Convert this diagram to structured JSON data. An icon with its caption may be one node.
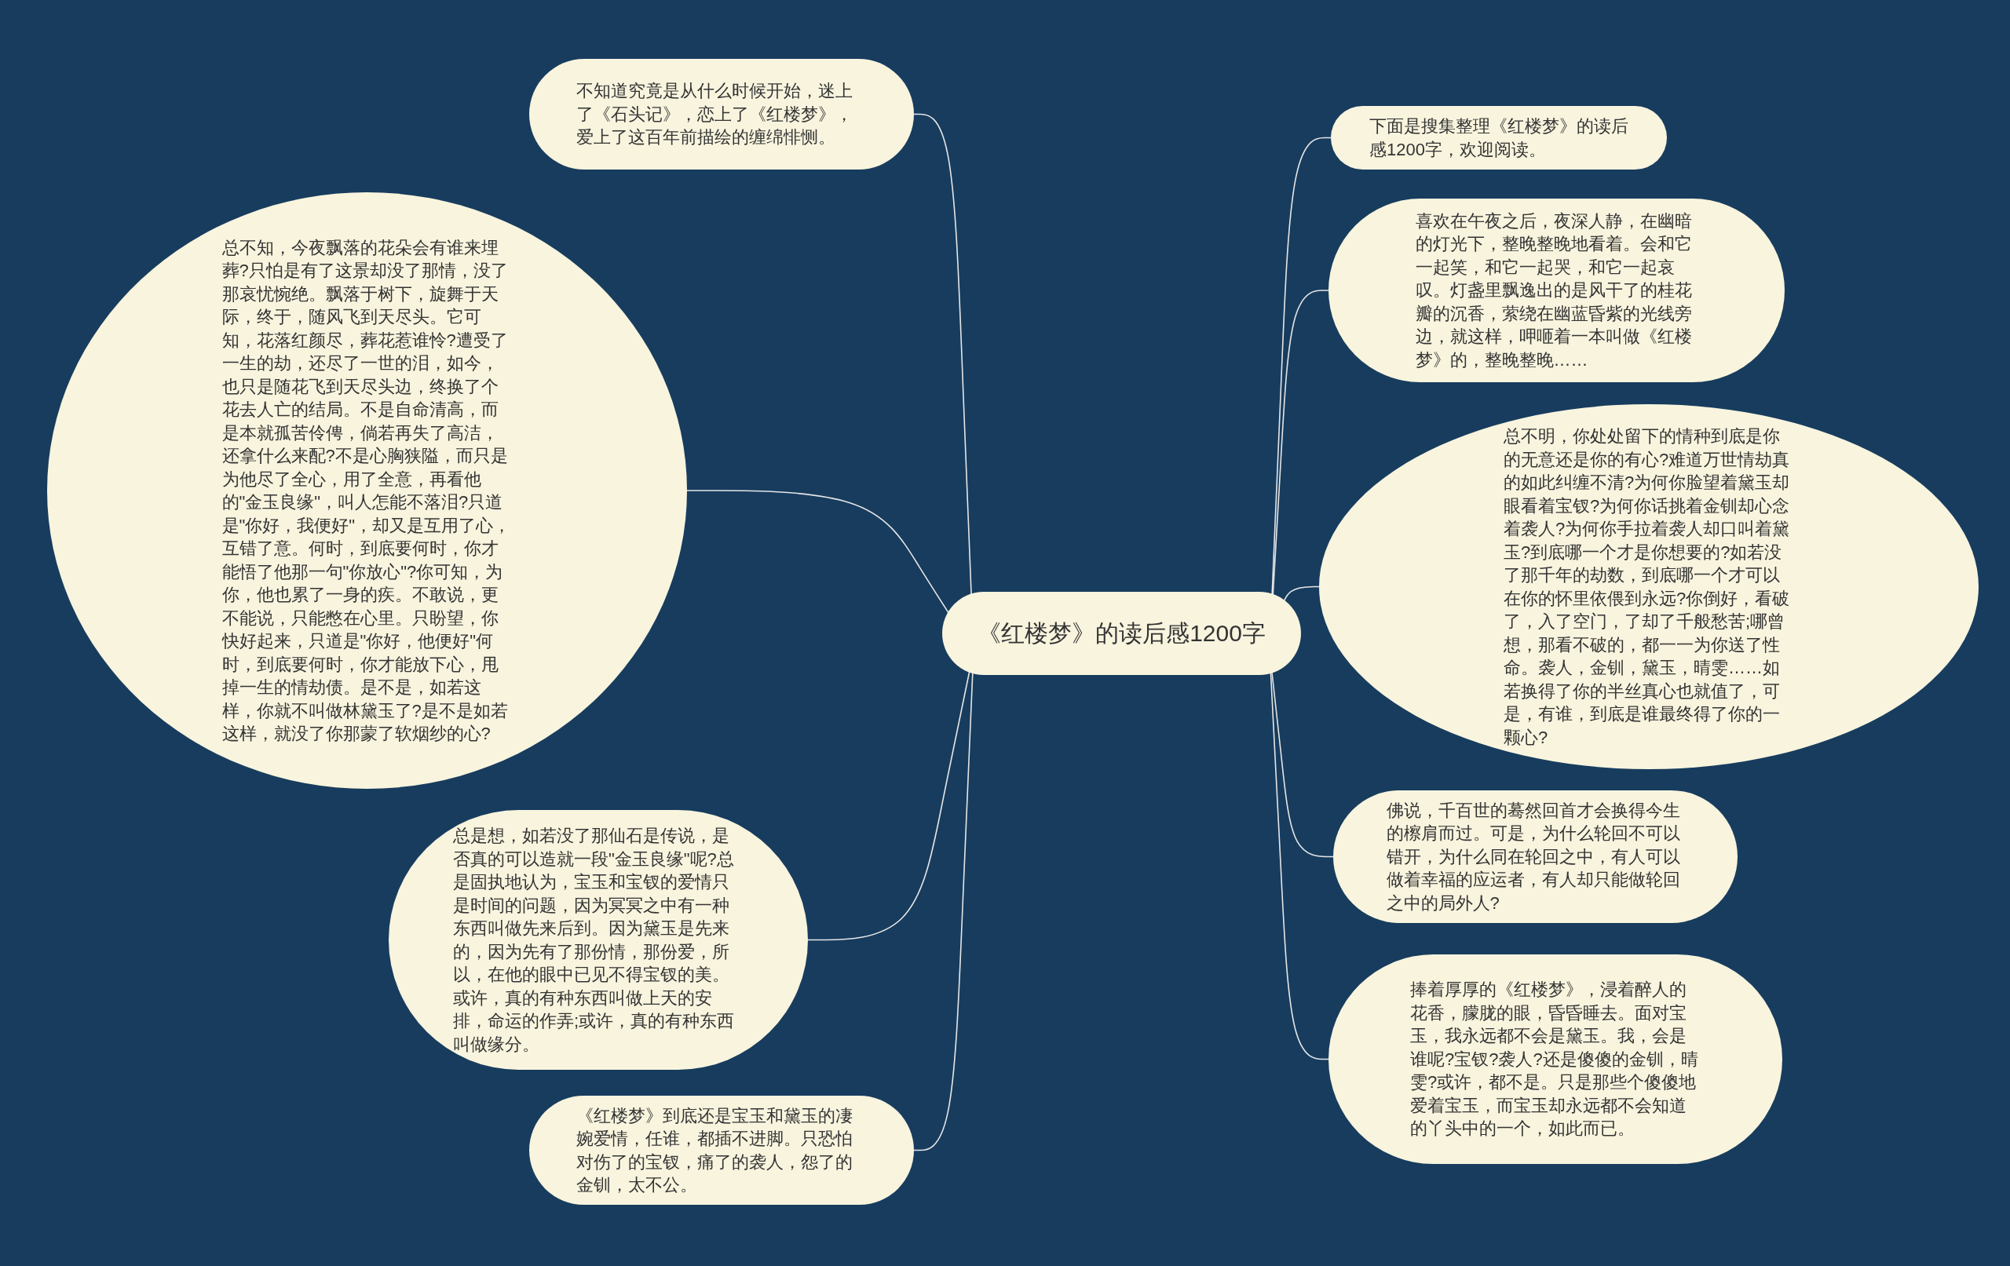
{
  "diagram": {
    "nodes": [
      {
        "text": [
          "《红楼梦》的读后感1200字"
        ]
      },
      {
        "text": [
          "不知道究竟是从什么时候开始，迷上了《石头记》，恋上了《红楼梦》，爱上了这百年前描绘的缠绵悱恻。"
        ]
      },
      {
        "text": [
          "总不知，今夜飘落的花朵会有谁来埋葬?只怕是有了这景却没了那情，没了那哀忧惋绝。飘落于树下，旋舞于天际，终于，随风飞到天尽头。它可知，花落红颜尽，葬花惹谁怜?遭受了一生的劫，还尽了一世的泪，如今，也只是随花飞到天尽头边，终换了个花去人亡的结局。不是自命清高，而是本就孤苦伶俜，倘若再失了高洁，还拿什么来配?不是心胸狭隘，而只是为他尽了全心，用了全意，再看他的\"金玉良缘\"，叫人怎能不落泪?只道是\"你好，我便好\"，却又是互用了心，互错了意。何时，到底要何时，你才能悟了他那一句\"你放心\"?你可知，为你，他也累了一身的疾。不敢说，更不能说，只能憋在心里。只盼望，你快好起来，只道是\"你好，他便好\"何时，到底要何时，你才能放下心，甩掉一生的情劫债。是不是，如若这样，你就不叫做林黛玉了?是不是如若这样，就没了你那蒙了软烟纱的心?"
        ]
      },
      {
        "text": [
          "总是想，如若没了那仙石是传说，是否真的可以造就一段\"金玉良缘\"呢?总是固执地认为，宝玉和宝钗的爱情只是时间的问题，因为冥冥之中有一种东西叫做先来后到。因为黛玉是先来的，因为先有了那份情，那份爱，所以，在他的眼中已见不得宝钗的美。或许，真的有种东西叫做上天的安排，命运的作弄;或许，真的有种东西叫做缘分。"
        ]
      },
      {
        "text": [
          "《红楼梦》到底还是宝玉和黛玉的凄婉爱情，任谁，都插不进脚。只恐怕对伤了的宝钗，痛了的袭人，怨了的金钏，太不公。"
        ]
      },
      {
        "text": [
          "下面是搜集整理《红楼梦》的读后感1200字，欢迎阅读。"
        ]
      },
      {
        "text": [
          "喜欢在午夜之后，夜深人静，在幽暗的灯光下，整晚整晚地看着。会和它一起笑，和它一起哭，和它一起哀叹。灯盏里飘逸出的是风干了的桂花瓣的沉香，萦绕在幽蓝昏紫的光线旁边，就这样，呷咂着一本叫做《红楼梦》的，整晚整晚……"
        ]
      },
      {
        "text": [
          "总不明，你处处留下的情种到底是你的无意还是你的有心?难道万世情劫真的如此纠缠不清?为何你脸望着黛玉却眼看着宝钗?为何你话挑着金钏却心念着袭人?为何你手拉着袭人却口叫着黛玉?到底哪一个才是你想要的?如若没了那千年的劫数，到底哪一个才可以在你的怀里依偎到永远?你倒好，看破了，入了空门，了却了千般愁苦;哪曾想，那看不破的，都一一为你送了性命。袭人，金钏，黛玉，晴雯……如若换得了你的半丝真心也就值了，可是，有谁，到底是谁最终得了你的一颗心?"
        ]
      },
      {
        "text": [
          "佛说，千百世的蓦然回首才会换得今生的檫肩而过。可是，为什么轮回不可以错开，为什么同在轮回之中，有人可以做着幸福的应运者，有人却只能做轮回之中的局外人?"
        ]
      },
      {
        "text": [
          "捧着厚厚的《红楼梦》，浸着醉人的花香，朦胧的眼，昏昏睡去。面对宝玉，我永远都不会是黛玉。我，会是谁呢?宝钗?袭人?还是傻傻的金钏，晴雯?或许，都不是。只是那些个傻傻地爱着宝玉，而宝玉却永远都不会知道的丫头中的一个，如此而已。"
        ]
      }
    ],
    "edges": [
      {
        "from": 0,
        "to": 1,
        "arrow": "none"
      },
      {
        "from": 0,
        "to": 2,
        "arrow": "none"
      },
      {
        "from": 0,
        "to": 3,
        "arrow": "none"
      },
      {
        "from": 0,
        "to": 4,
        "arrow": "none"
      },
      {
        "from": 0,
        "to": 5,
        "arrow": "none"
      },
      {
        "from": 0,
        "to": 6,
        "arrow": "none"
      },
      {
        "from": 0,
        "to": 7,
        "arrow": "none"
      },
      {
        "from": 0,
        "to": 8,
        "arrow": "none"
      },
      {
        "from": 0,
        "to": 9,
        "arrow": "none"
      }
    ]
  }
}
